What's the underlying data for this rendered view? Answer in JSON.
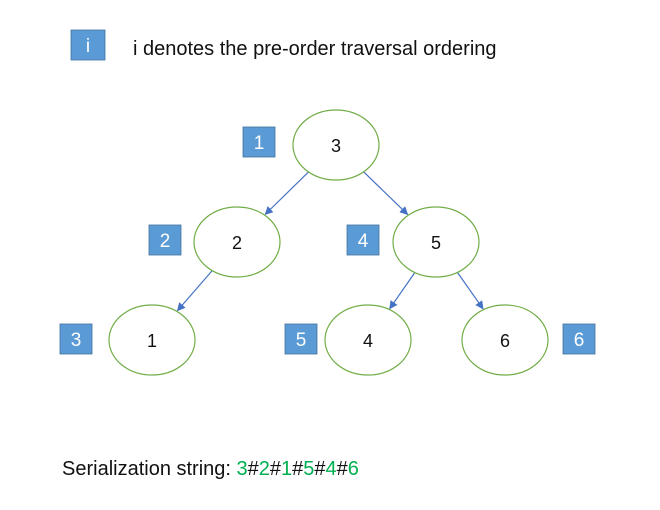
{
  "legend": {
    "badge": "i",
    "text": "i denotes the pre-order traversal ordering"
  },
  "colors": {
    "badge_fill": "#5b9bd5",
    "node_stroke": "#70ad47",
    "edge": "#4472c4",
    "serial_value": "#00b050"
  },
  "tree": {
    "nodes": [
      {
        "id": "n3",
        "value": "3",
        "order": "1"
      },
      {
        "id": "n2",
        "value": "2",
        "order": "2"
      },
      {
        "id": "n1",
        "value": "1",
        "order": "3"
      },
      {
        "id": "n5",
        "value": "5",
        "order": "4"
      },
      {
        "id": "n4",
        "value": "4",
        "order": "5"
      },
      {
        "id": "n6",
        "value": "6",
        "order": "6"
      }
    ],
    "edges": [
      {
        "from": "n3",
        "to": "n2"
      },
      {
        "from": "n3",
        "to": "n5"
      },
      {
        "from": "n2",
        "to": "n1"
      },
      {
        "from": "n5",
        "to": "n4"
      },
      {
        "from": "n5",
        "to": "n6"
      }
    ]
  },
  "serialization": {
    "label": "Serialization string: ",
    "tokens": [
      "3",
      "#",
      "2",
      "#",
      "1",
      "#",
      "5",
      "#",
      "4",
      "#",
      "6"
    ]
  }
}
